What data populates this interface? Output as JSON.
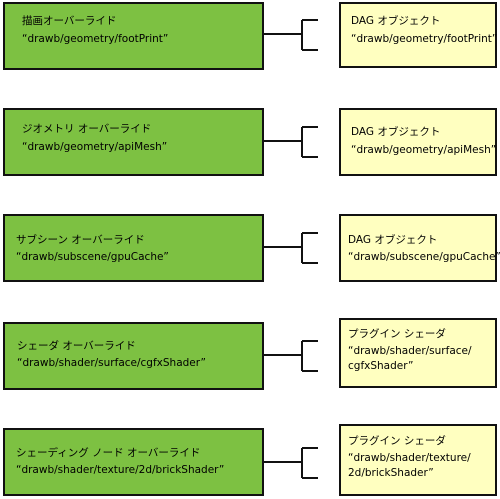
{
  "rows": [
    {
      "left": {
        "title": "描画オーバーライド",
        "path": "“drawb/geometry/footPrint”"
      },
      "right": {
        "title": "DAG オブジェクト",
        "path": "“drawb/geometry/footPrint”"
      }
    },
    {
      "left": {
        "title": "ジオメトリ オーバーライド",
        "path": "“drawb/geometry/apiMesh”"
      },
      "right": {
        "title": "DAG オブジェクト",
        "path": "“drawb/geometry/apiMesh”"
      }
    },
    {
      "left": {
        "title": "サブシーン オーバーライド",
        "path": "“drawb/subscene/gpuCache”"
      },
      "right": {
        "title": "DAG オブジェクト",
        "path": "“drawb/subscene/gpuCache”"
      }
    },
    {
      "left": {
        "title": "シェーダ オーバーライド",
        "path": "“drawb/shader/surface/cgfxShader”"
      },
      "right": {
        "title": "プラグイン シェーダ",
        "path": "“drawb/shader/surface/\ncgfxShader”"
      }
    },
    {
      "left": {
        "title": "シェーディング ノード オーバーライド",
        "path": "“drawb/shader/texture/2d/brickShader”"
      },
      "right": {
        "title": "プラグイン シェーダ",
        "path": "“drawb/shader/texture/\n2d/brickShader”"
      }
    }
  ],
  "colors": {
    "left_fill": "#7dc142",
    "right_fill": "#ffffc0",
    "border": "#111111"
  }
}
